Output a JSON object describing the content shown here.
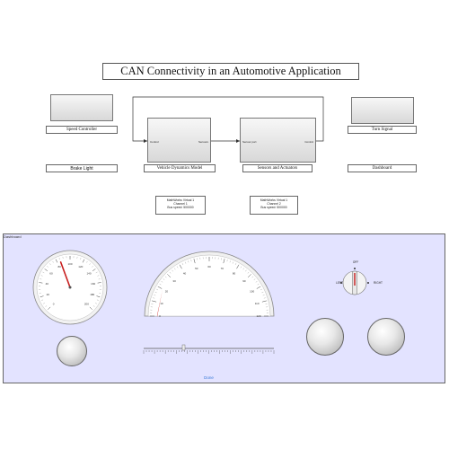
{
  "title": "CAN Connectivity in an Automotive Application",
  "blocks": {
    "speed_controller": "Speed Controller",
    "brake_light": "Brake Light",
    "vehicle_dynamics": "Vehicle Dynamics Model",
    "sensors_actuators": "Sensors and Actuators",
    "turn_signal": "Turn Signal",
    "dashboard": "Dashboard"
  },
  "ports": {
    "vd_in": "Control",
    "vd_out": "Sensors",
    "sa_in": "Sensor port",
    "sa_out": "Control"
  },
  "can_notes": [
    {
      "l1": "MathWorks Virtual 1",
      "l2": "Channel 1",
      "l3": "Bus speed: 500000"
    },
    {
      "l1": "MathWorks Virtual 1",
      "l2": "Channel 2",
      "l3": "Bus speed: 500000"
    }
  ],
  "panel": {
    "title": "Dashboard",
    "status": "Done"
  },
  "colors": {
    "panel_bg": "#e3e3ff",
    "needle": "#c81e1e",
    "status_text": "#3a7ad8"
  },
  "gauges": {
    "small_gauge_ticks": [
      "0",
      "20",
      "40",
      "60",
      "80",
      "100",
      "120",
      "140",
      "160",
      "180",
      "200"
    ],
    "speedometer_ticks": [
      "0",
      "10",
      "20",
      "30",
      "40",
      "50",
      "60",
      "70",
      "80",
      "90",
      "100",
      "110",
      "120"
    ],
    "small_gauge_value": 85,
    "speedometer_value": 20
  },
  "switch": {
    "top": "OFF",
    "left": "LEFT",
    "right": "RIGHT"
  }
}
